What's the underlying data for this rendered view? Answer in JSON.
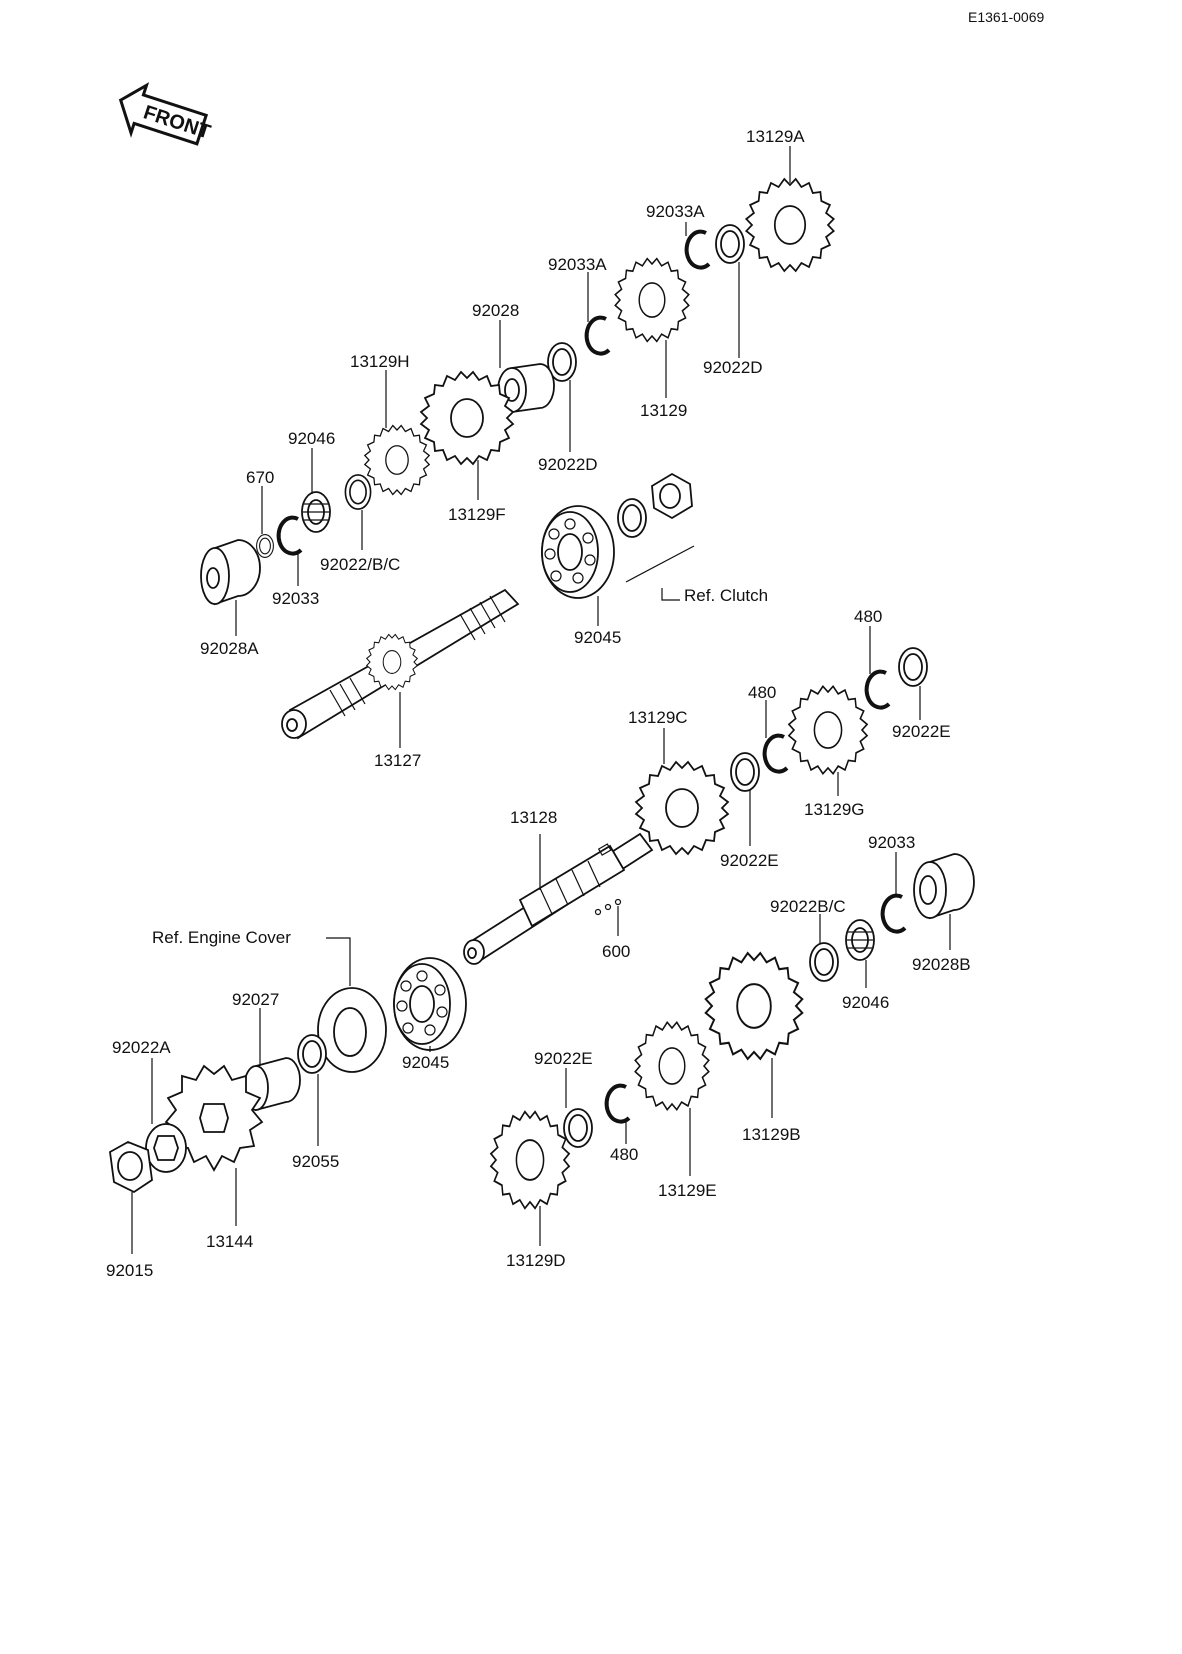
{
  "diagram_code": "E1361-0069",
  "front_label": "FRONT",
  "labels": {
    "p13129A": "13129A",
    "p92033A_1": "92033A",
    "p92033A_2": "92033A",
    "p92028": "92028",
    "p13129H": "13129H",
    "p92046_1": "92046",
    "p670": "670",
    "p92022D_1": "92022D",
    "p92022D_2": "92022D",
    "p13129": "13129",
    "p13129F": "13129F",
    "p92022BC_1": "92022/B/C",
    "p92033_1": "92033",
    "p92028A": "92028A",
    "p92045_1": "92045",
    "p_ref_clutch": "Ref. Clutch",
    "p13127": "13127",
    "p480_1": "480",
    "p480_2": "480",
    "p92022E_1": "92022E",
    "p13129C": "13129C",
    "p13129G": "13129G",
    "p92022E_2": "92022E",
    "p13128": "13128",
    "p92033_2": "92033",
    "p92022BC_2": "92022B/C",
    "p600": "600",
    "p_ref_engine": "Ref. Engine Cover",
    "p92028B": "92028B",
    "p92046_2": "92046",
    "p92027": "92027",
    "p92022A": "92022A",
    "p92045_2": "92045",
    "p92022E_3": "92022E",
    "p92055": "92055",
    "p13144": "13144",
    "p13129B": "13129B",
    "p480_3": "480",
    "p13129E": "13129E",
    "p92015": "92015",
    "p13129D": "13129D"
  }
}
